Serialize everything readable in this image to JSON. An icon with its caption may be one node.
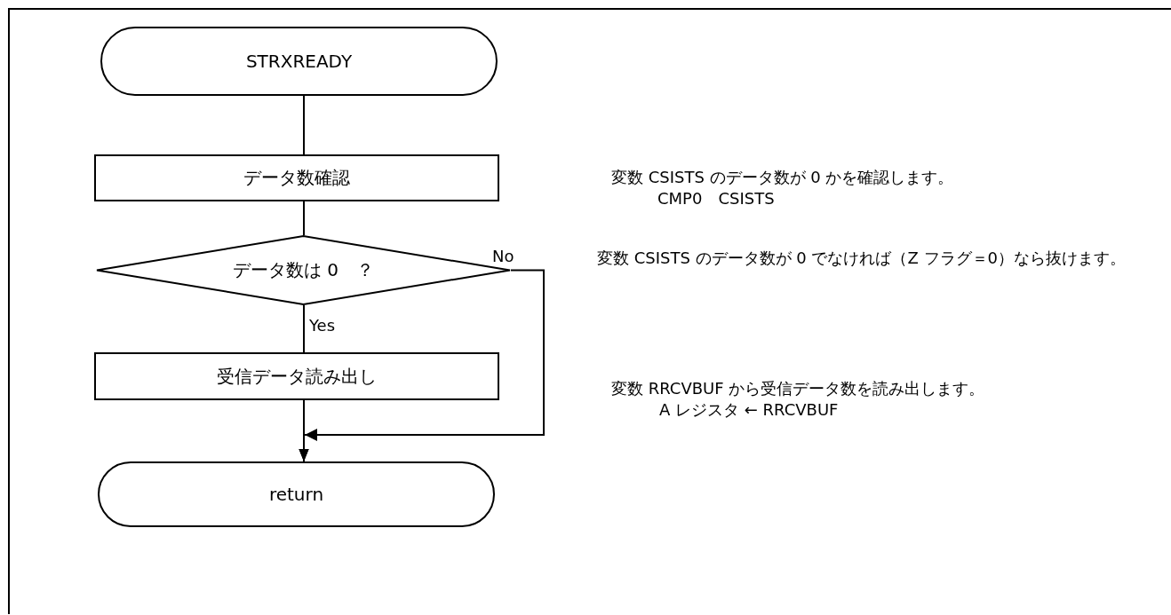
{
  "diagram": {
    "nodes": [
      {
        "text": [
          "STRXREADY"
        ]
      },
      {
        "text": [
          "データ数確認"
        ]
      },
      {
        "text": [
          "データ数は 0　？"
        ]
      },
      {
        "text": [
          "受信データ読み出し"
        ]
      },
      {
        "text": [
          "return"
        ]
      }
    ],
    "edges": [
      {
        "from": 0,
        "to": 1,
        "arrow": "none"
      },
      {
        "from": 1,
        "to": 2,
        "arrow": "none"
      },
      {
        "from": 2,
        "to": 3,
        "arrow": "none",
        "label": "Yes"
      },
      {
        "from": 3,
        "to": 4,
        "arrow": "to"
      },
      {
        "from": 2,
        "to": 4,
        "arrow": "to",
        "label": "No"
      }
    ],
    "labels": [
      "変数 CSISTS のデータ数が 0 かを確認します。",
      "CMP0　CSISTS",
      "変数 CSISTS のデータ数が 0 でなければ（Z フラグ＝0）なら抜けます。",
      "変数 RRCVBUF から受信データ数を読み出します。",
      "A レジスタ ← RRCVBUF"
    ]
  }
}
